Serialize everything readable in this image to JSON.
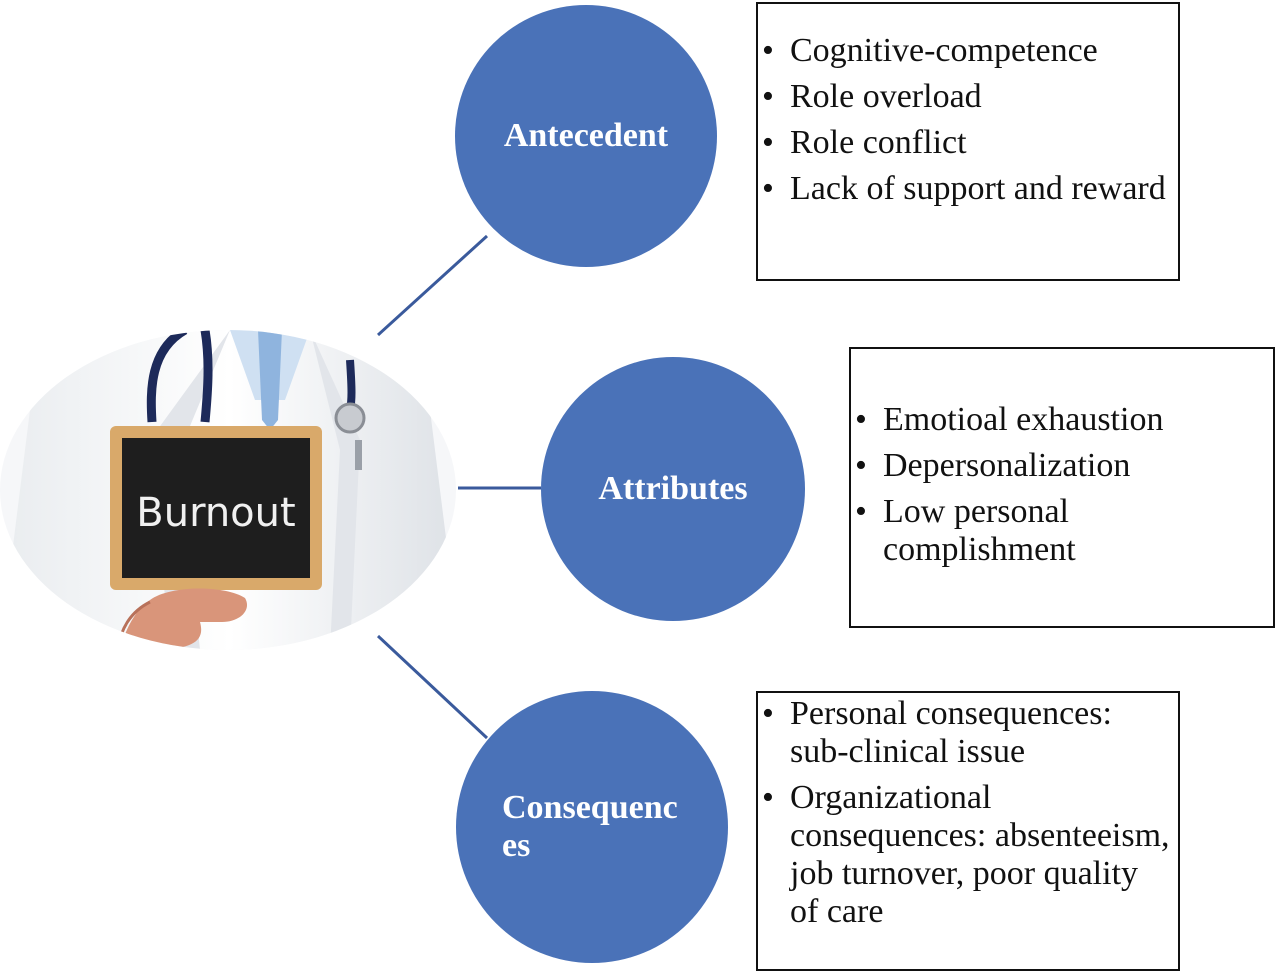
{
  "central_image": {
    "sign_text": "Burnout"
  },
  "nodes": [
    {
      "label": "Antecedent",
      "items": [
        "Cognitive-competence",
        "Role overload",
        "Role conflict",
        "Lack of support and reward"
      ]
    },
    {
      "label": "Attributes",
      "items": [
        "Emotioal exhaustion",
        "Depersonalization",
        "Low personal complishment"
      ]
    },
    {
      "label": "Consequences",
      "items": [
        "Personal consequences: sub-clinical issue",
        "Organizational consequences: absenteeism, job turnover, poor quality of care"
      ]
    }
  ],
  "colors": {
    "circle_fill": "#4a72b8",
    "connector": "#3a5a9c",
    "box_border": "#111111"
  }
}
